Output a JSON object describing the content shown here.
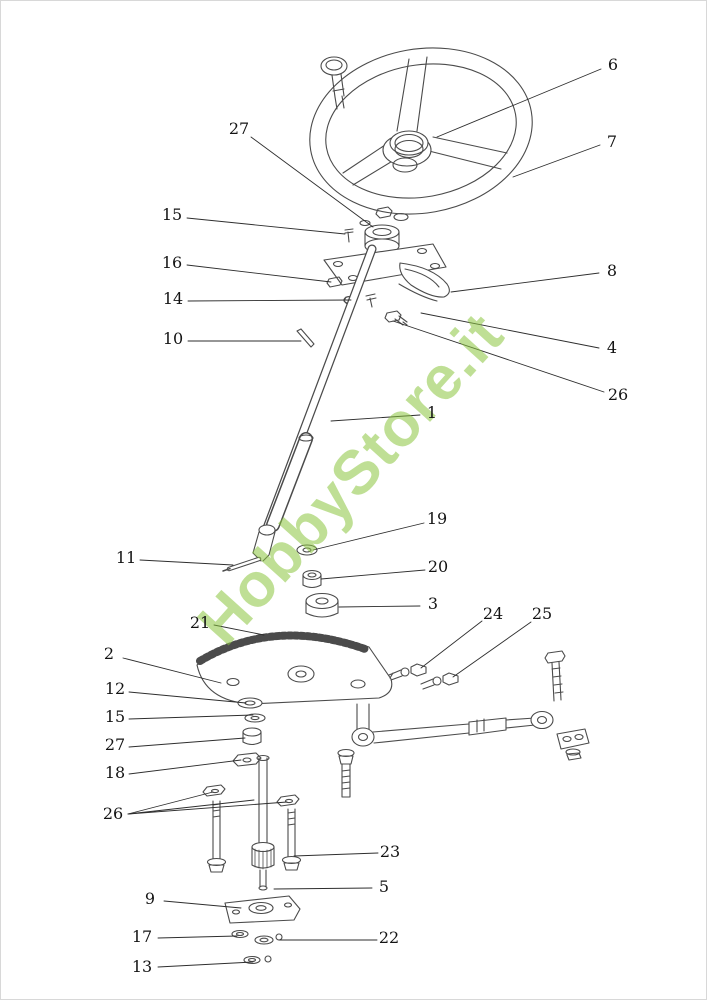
{
  "watermark": {
    "text": "HobbyStore.it",
    "color": "#8cc63f"
  },
  "callouts": [
    {
      "label": "6"
    },
    {
      "label": "7"
    },
    {
      "label": "27"
    },
    {
      "label": "15"
    },
    {
      "label": "16"
    },
    {
      "label": "14"
    },
    {
      "label": "8"
    },
    {
      "label": "10"
    },
    {
      "label": "4"
    },
    {
      "label": "26"
    },
    {
      "label": "1"
    },
    {
      "label": "19"
    },
    {
      "label": "11"
    },
    {
      "label": "20"
    },
    {
      "label": "3"
    },
    {
      "label": "21"
    },
    {
      "label": "24"
    },
    {
      "label": "25"
    },
    {
      "label": "2"
    },
    {
      "label": "12"
    },
    {
      "label": "15"
    },
    {
      "label": "27"
    },
    {
      "label": "18"
    },
    {
      "label": "26"
    },
    {
      "label": "23"
    },
    {
      "label": "5"
    },
    {
      "label": "9"
    },
    {
      "label": "17"
    },
    {
      "label": "22"
    },
    {
      "label": "13"
    }
  ]
}
